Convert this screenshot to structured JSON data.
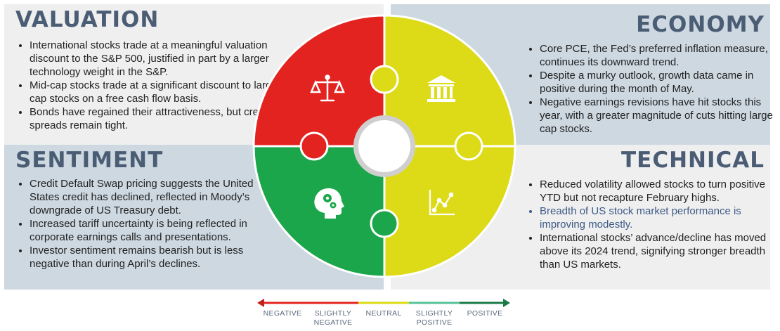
{
  "colors": {
    "negative": "#e32320",
    "neutral": "#dddb17",
    "positive": "#1ca64b",
    "slightly_positive": "#56c29a",
    "arrow_positive": "#1a7a45",
    "title": "#4b5d74"
  },
  "valuation": {
    "title": "VALUATION",
    "icon": "scales-icon",
    "bullets": [
      "International stocks trade at a meaningful valuation discount to the S&P 500, justified in part by a larger technology weight in the S&P.",
      "Mid-cap stocks trade at a significant discount to large cap stocks on a free cash flow basis.",
      "Bonds have regained their attractiveness, but credit spreads remain tight."
    ]
  },
  "economy": {
    "title": "ECONOMY",
    "icon": "bank-icon",
    "bullets": [
      "Core PCE, the Fed’s preferred inflation measure, continues its downward trend.",
      "Despite a murky outlook, growth data came in positive during the month of May.",
      "Negative earnings revisions have hit stocks this year, with a greater magnitude of cuts hitting large cap stocks."
    ]
  },
  "sentiment": {
    "title": "SENTIMENT",
    "icon": "head-gears-icon",
    "bullets": [
      "Credit Default Swap pricing suggests the United States credit has declined, reflected in Moody’s downgrade of US Treasury debt.",
      "Increased tariff uncertainty is being reflected in corporate earnings calls and presentations.",
      "Investor sentiment remains bearish but is less negative than during April’s declines."
    ]
  },
  "technical": {
    "title": "TECHNICAL",
    "icon": "line-chart-icon",
    "bullets": [
      "Reduced volatility allowed stocks to turn positive YTD but not recapture February highs.",
      "Breadth of US stock market performance is improving modestly.",
      "International stocks’ advance/decline has moved above its 2024 trend, signifying stronger breadth than US markets."
    ]
  },
  "legend": {
    "labels": [
      "NEGATIVE",
      "SLIGHTLY NEGATIVE",
      "NEUTRAL",
      "SLIGHTLY POSITIVE",
      "POSITIVE"
    ]
  }
}
